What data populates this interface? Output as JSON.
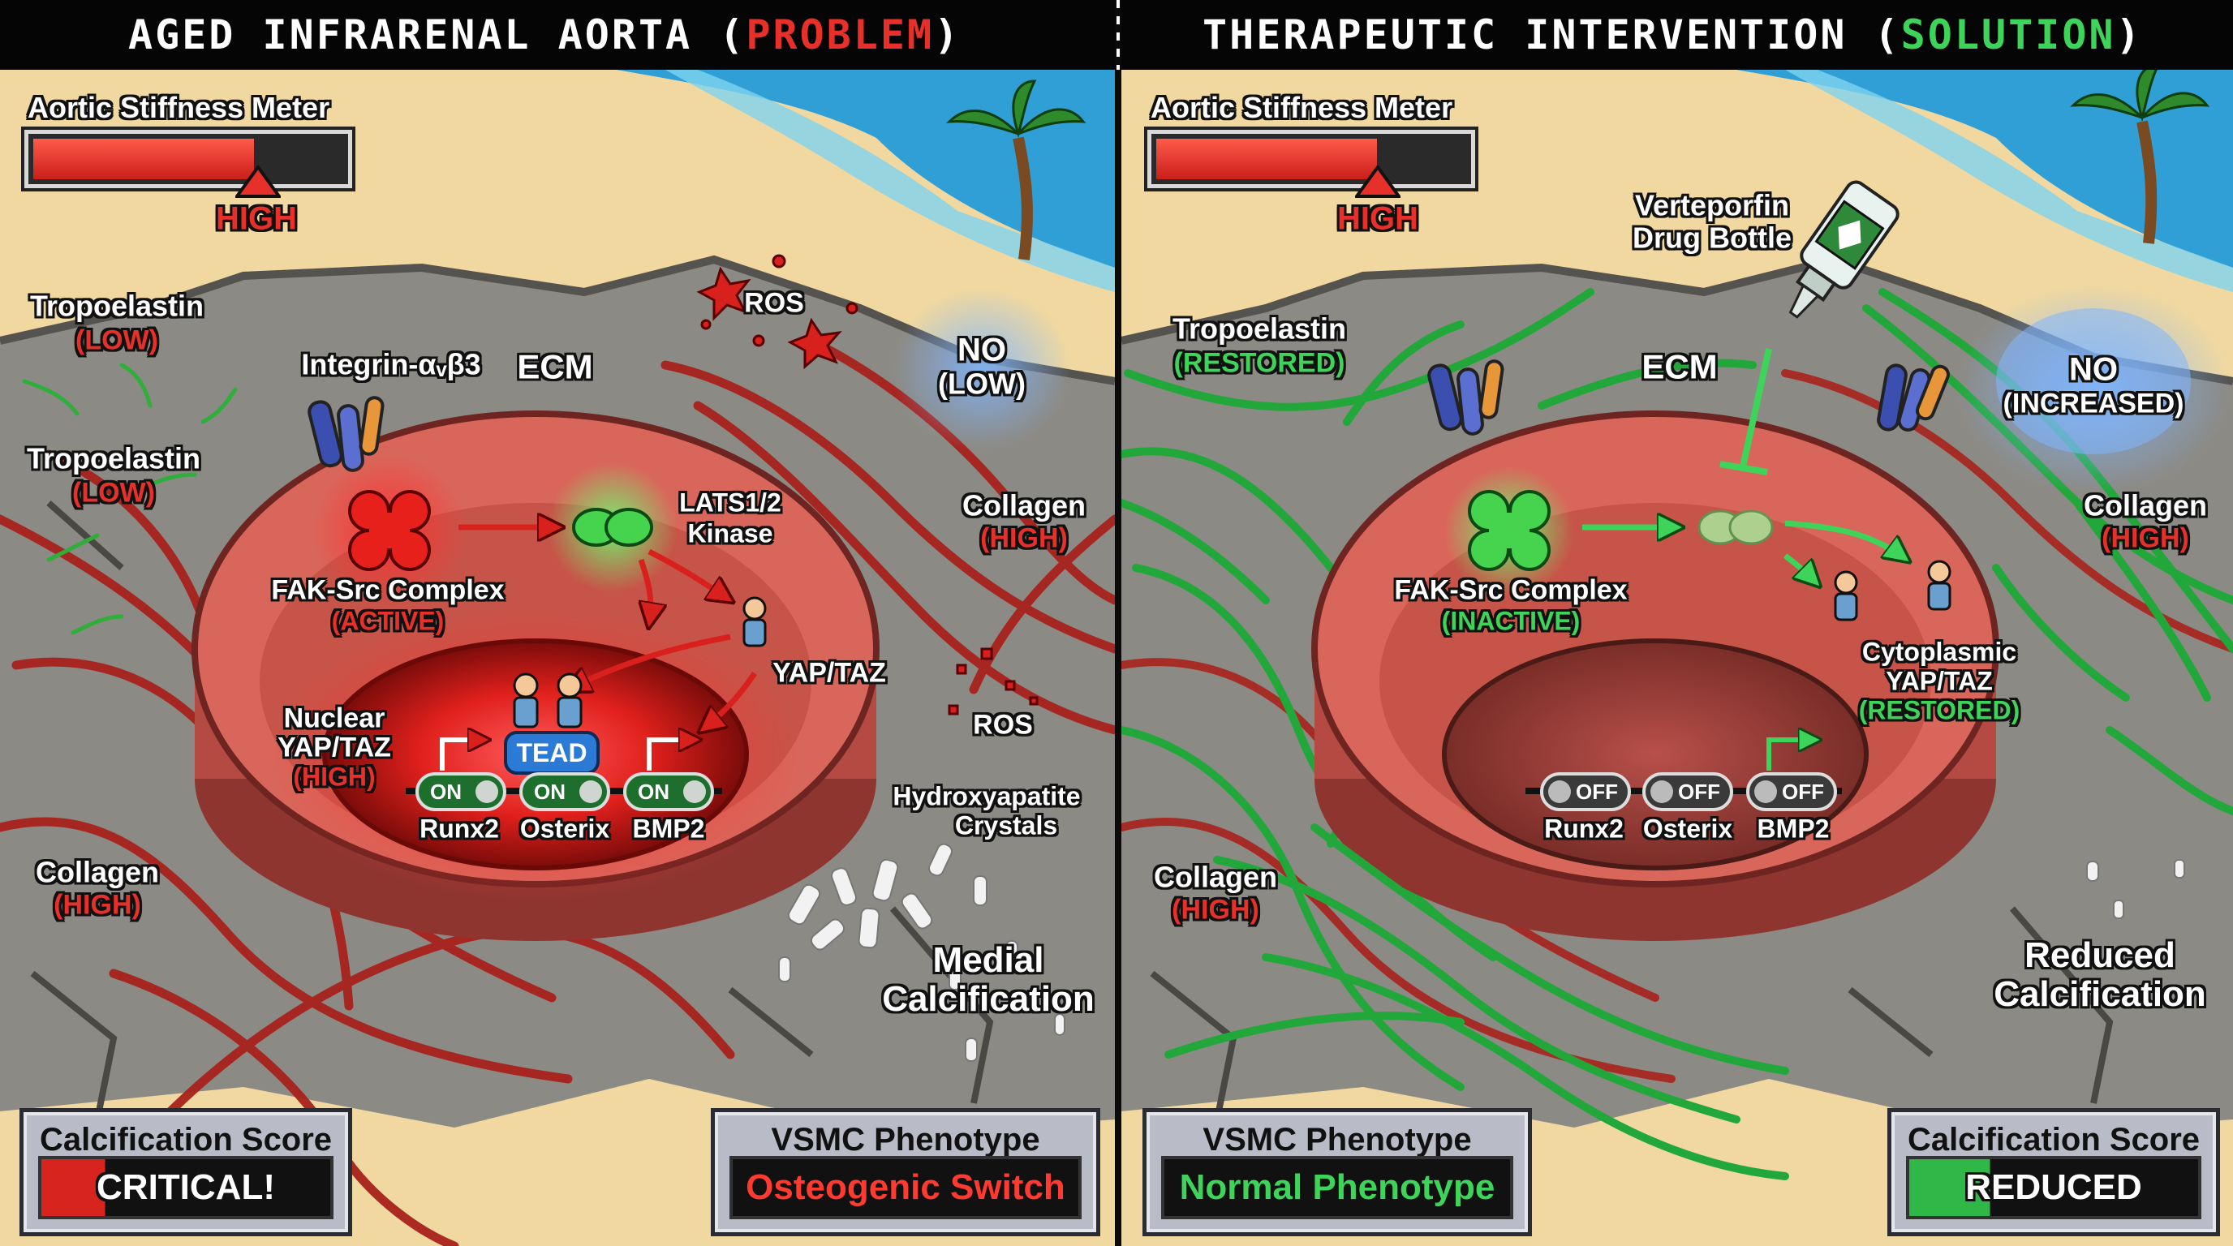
{
  "left_panel": {
    "title_prefix": "AGED INFRARENAL AORTA (",
    "title_highlight": "PROBLEM",
    "title_suffix": ")",
    "meter_title": "Aortic Stiffness Meter",
    "meter_level": "HIGH",
    "meter_fill_fraction": 0.72,
    "tropoelastin_1": "Tropoelastin",
    "tropoelastin_1_state": "(LOW)",
    "tropoelastin_2": "Tropoelastin",
    "tropoelastin_2_state": "(LOW)",
    "integrin": "Integrin-αᵥβ3",
    "ecm": "ECM",
    "ros_top": "ROS",
    "no_label": "NO",
    "no_state": "(LOW)",
    "lats_1": "LATS1/2",
    "lats_2": "Kinase",
    "collagen_right": "Collagen",
    "collagen_right_state": "(HIGH)",
    "fak_label": "FAK-Src Complex",
    "fak_state": "(ACTIVE)",
    "yaptaz": "YAP/TAZ",
    "nuclear_1": "Nuclear",
    "nuclear_2": "YAP/TAZ",
    "nuclear_state": "(HIGH)",
    "tead": "TEAD",
    "ros_right": "ROS",
    "hydroxy_1": "Hydroxyapatite",
    "hydroxy_2": "Crystals",
    "genes": [
      {
        "name": "Runx2",
        "state": "ON"
      },
      {
        "name": "Osterix",
        "state": "ON"
      },
      {
        "name": "BMP2",
        "state": "ON"
      }
    ],
    "collagen_left": "Collagen",
    "collagen_left_state": "(HIGH)",
    "medial_1": "Medial",
    "medial_2": "Calcification",
    "score_title": "Calcification Score",
    "score_value": "CRITICAL!",
    "phenotype_title": "VSMC Phenotype",
    "phenotype_value": "Osteogenic Switch"
  },
  "right_panel": {
    "title_prefix": "THERAPEUTIC INTERVENTION (",
    "title_highlight": "SOLUTION",
    "title_suffix": ")",
    "meter_title": "Aortic Stiffness Meter",
    "meter_level": "HIGH",
    "meter_fill_fraction": 0.72,
    "drug_1": "Verteporfin",
    "drug_2": "Drug Bottle",
    "tropoelastin": "Tropoelastin",
    "tropoelastin_state": "(RESTORED)",
    "ecm": "ECM",
    "no_label": "NO",
    "no_state": "(INCREASED)",
    "collagen_right": "Collagen",
    "collagen_right_state": "(HIGH)",
    "fak_label": "FAK-Src Complex",
    "fak_state": "(INACTIVE)",
    "cyto_1": "Cytoplasmic",
    "cyto_2": "YAP/TAZ",
    "cyto_state": "(RESTORED)",
    "genes": [
      {
        "name": "Runx2",
        "state": "OFF"
      },
      {
        "name": "Osterix",
        "state": "OFF"
      },
      {
        "name": "BMP2",
        "state": "OFF"
      }
    ],
    "collagen_left": "Collagen",
    "collagen_left_state": "(HIGH)",
    "reduced_1": "Reduced",
    "reduced_2": "Calcification",
    "phenotype_title": "VSMC Phenotype",
    "phenotype_value": "Normal Phenotype",
    "score_title": "Calcification Score",
    "score_value": "REDUCED"
  },
  "colors": {
    "problem_red": "#e8302a",
    "solution_green": "#3ed45a",
    "sand": "#f0d8a0",
    "rock": "#8c8a84",
    "cell": "#d9665a"
  }
}
